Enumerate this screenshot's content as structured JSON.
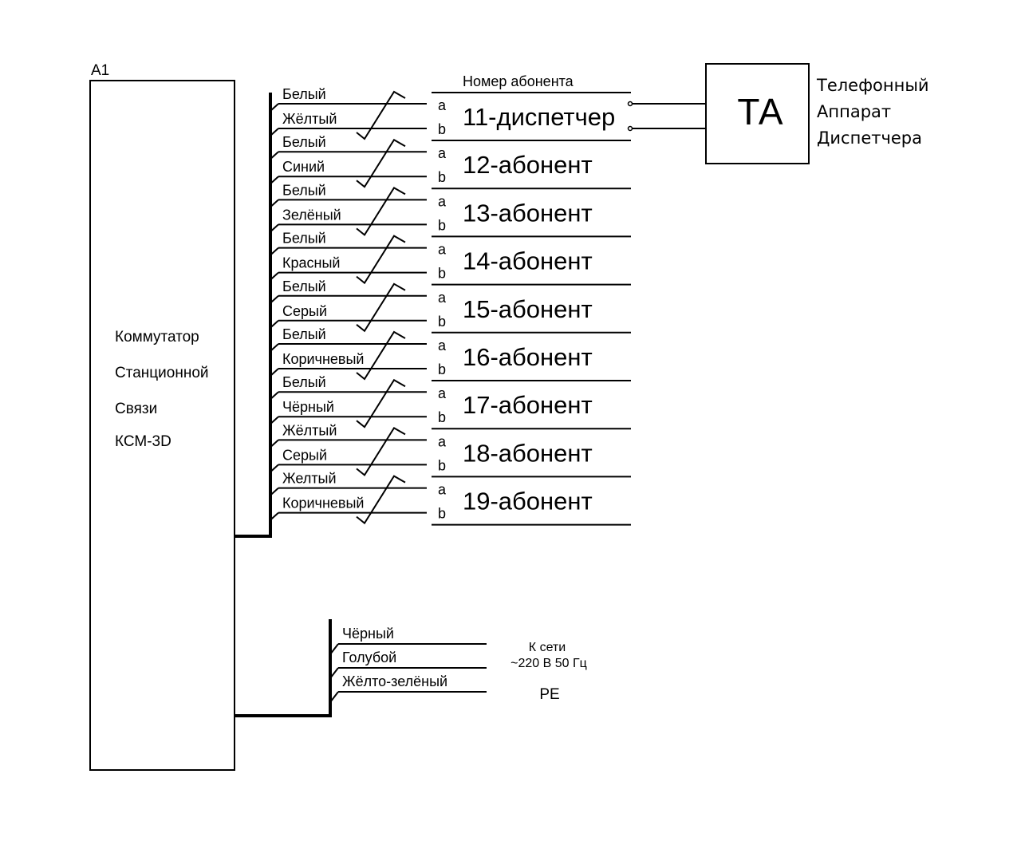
{
  "device": {
    "ref": "A1",
    "label_lines": [
      "Коммутатор",
      "Станционной",
      "Связи",
      "КСМ-3D"
    ]
  },
  "column_header": "Номер абонента",
  "pair_labels": {
    "a": "a",
    "b": "b"
  },
  "subscribers": [
    {
      "number": "11-диспетчер",
      "wire_a": "Белый",
      "wire_b": "Жёлтый"
    },
    {
      "number": "12-абонент",
      "wire_a": "Белый",
      "wire_b": "Синий"
    },
    {
      "number": "13-абонент",
      "wire_a": "Белый",
      "wire_b": "Зелёный"
    },
    {
      "number": "14-абонент",
      "wire_a": "Белый",
      "wire_b": "Красный"
    },
    {
      "number": "15-абонент",
      "wire_a": "Белый",
      "wire_b": "Серый"
    },
    {
      "number": "16-абонент",
      "wire_a": "Белый",
      "wire_b": "Коричневый"
    },
    {
      "number": "17-абонент",
      "wire_a": "Белый",
      "wire_b": "Чёрный"
    },
    {
      "number": "18-абонент",
      "wire_a": "Жёлтый",
      "wire_b": "Серый"
    },
    {
      "number": "19-абонент",
      "wire_a": "Желтый",
      "wire_b": "Коричневый"
    }
  ],
  "phone": {
    "box_label": "ТА",
    "caption_lines": [
      "Телефонный",
      "Аппарат",
      "Диспетчера"
    ]
  },
  "power": {
    "wires": [
      "Чёрный",
      "Голубой",
      "Жёлто-зелёный"
    ],
    "network_lines": [
      "К сети",
      "~220 В 50 Гц"
    ],
    "pe_label": "PE"
  }
}
